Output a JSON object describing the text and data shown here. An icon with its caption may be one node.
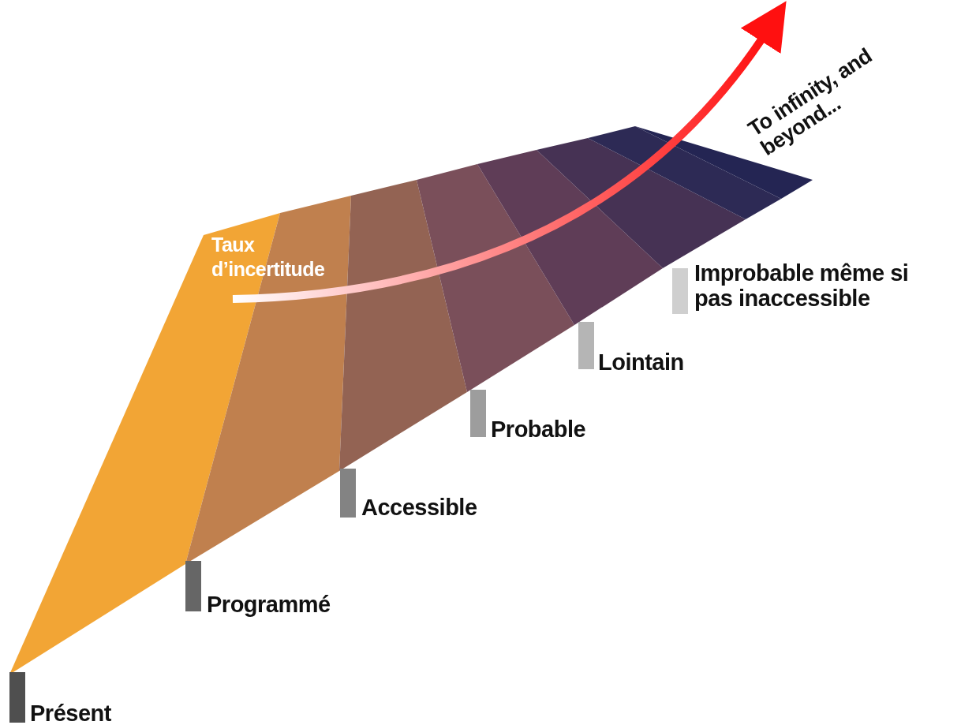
{
  "diagram": {
    "labels": [
      "To infinity, and beyond...",
      "Taux d’incertitude",
      "Improbable même si pas inaccessible",
      "Lointain",
      "Probable",
      "Accessible",
      "Programmé",
      "Présent"
    ]
  }
}
